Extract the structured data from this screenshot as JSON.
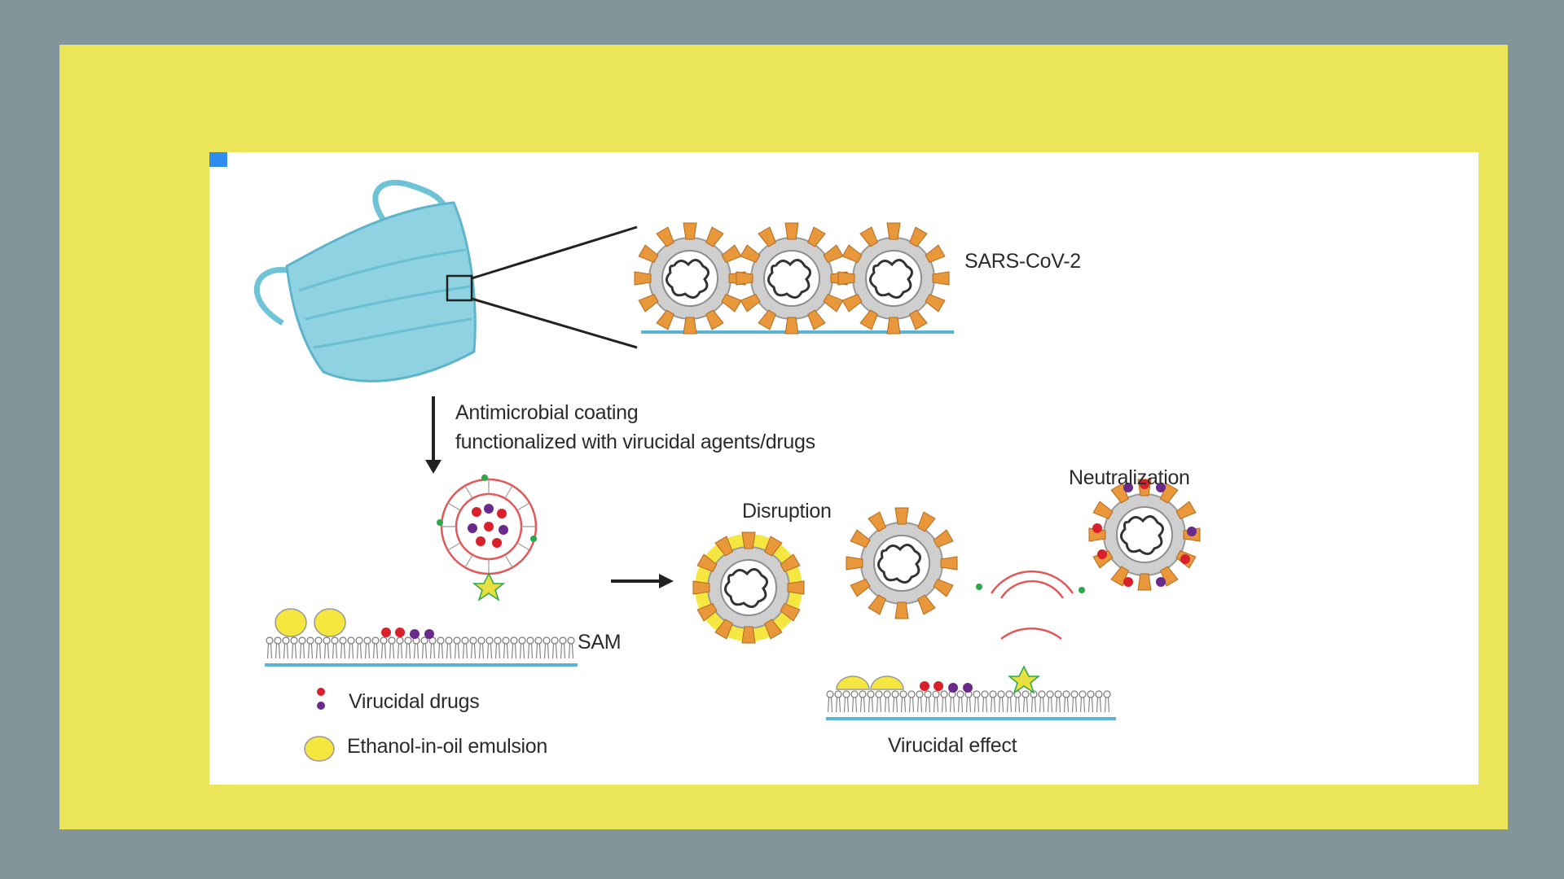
{
  "diagram": {
    "labels": {
      "virus": "SARS-CoV-2",
      "coating_line1": "Antimicrobial coating",
      "coating_line2": "functionalized with virucidal agents/drugs",
      "disruption": "Disruption",
      "neutralization": "Neutralization",
      "sam": "SAM",
      "legend_drugs": "Virucidal drugs",
      "legend_emulsion": "Ethanol-in-oil emulsion",
      "result": "Virucidal effect"
    },
    "colors": {
      "frame": "#ebe55a",
      "background": "#82959a",
      "mask": "#6fc3d6",
      "spike": "#e8983a",
      "surface": "#5ab4d6",
      "drug_red": "#d81f2a",
      "drug_purple": "#6a2a8c",
      "emulsion": "#f5e640",
      "accent_square": "#2f8cf0"
    }
  }
}
